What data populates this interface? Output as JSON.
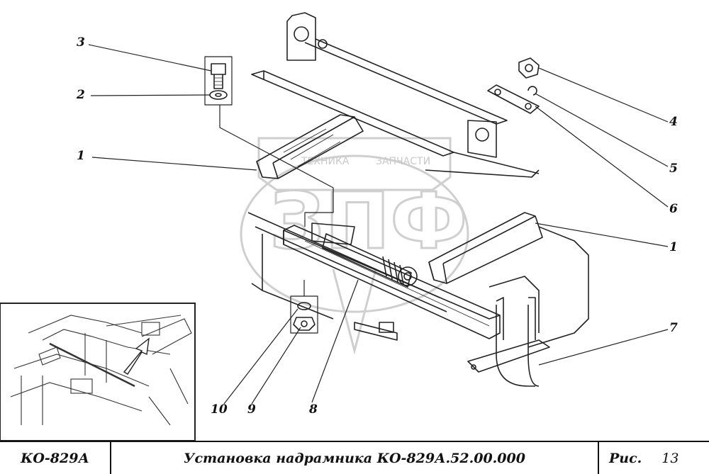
{
  "callouts": [
    "1",
    "2",
    "3",
    "4",
    "5",
    "6",
    "1",
    "7",
    "8",
    "9",
    "10"
  ],
  "watermark": {
    "top_text": "ТЕХНИКА",
    "top_text_2": "ЗАПЧАСТИ",
    "big_text": "ЗПФ",
    "color": "#c9c9c9"
  },
  "footer": {
    "model": "КО-829А",
    "title": "Установка надрамника КО-829А.52.00.000",
    "fig_label": "Рис.",
    "fig_number": "13"
  },
  "colors": {
    "line": "#222222",
    "background": "#ffffff"
  }
}
